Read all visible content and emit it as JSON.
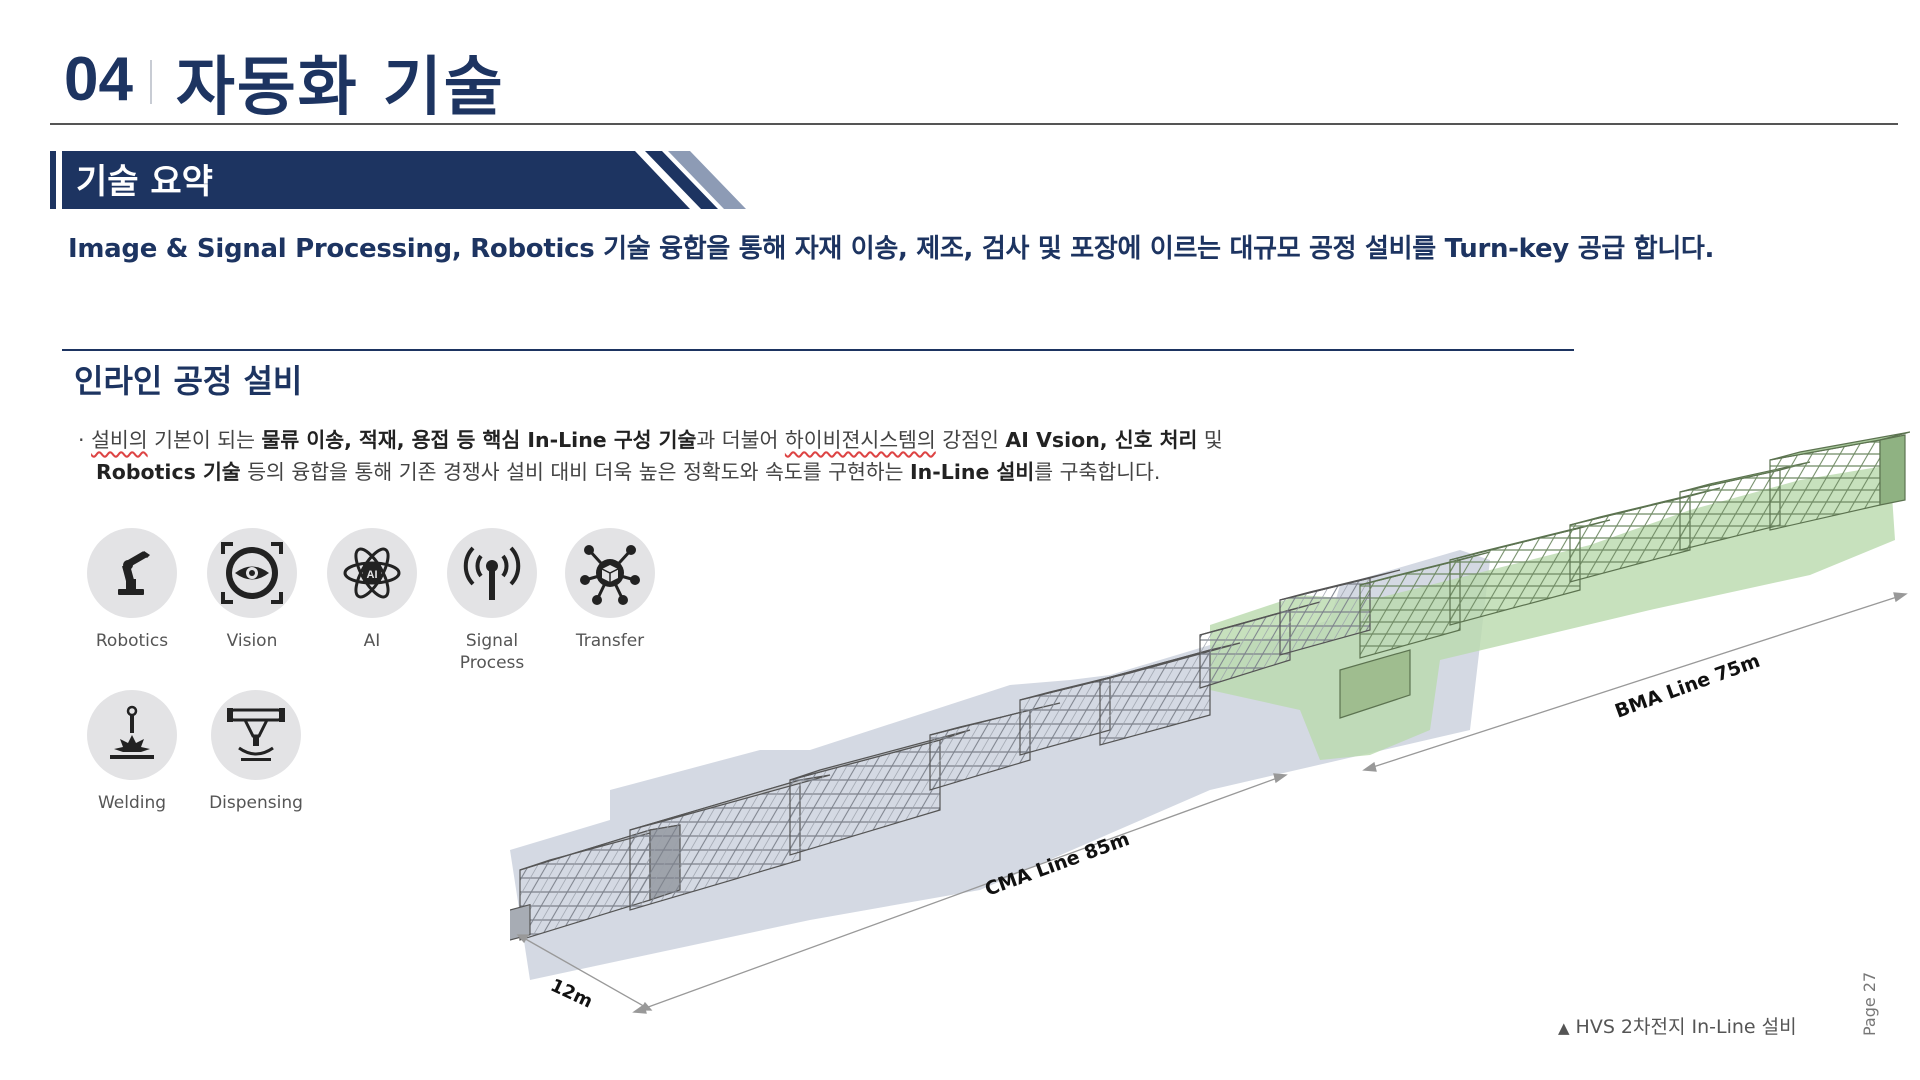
{
  "header": {
    "number": "04",
    "title": "자동화 기술"
  },
  "banner": {
    "title": "기술 요약"
  },
  "summary": "Image & Signal Processing, Robotics 기술 융합을 통해 자재 이송, 제조, 검사 및 포장에 이르는 대규모 공정 설비를 Turn-key 공급 합니다.",
  "section": {
    "title": "인라인 공정 설비",
    "line1": {
      "bullet": "·",
      "p1": "설비의",
      "p2": " 기본이 되는 ",
      "p3": "물류 이송, 적재, 용접 등 핵심 In-Line 구성 기술",
      "p4": "과 더불어 ",
      "p5": "하이비젼시스템의",
      "p6": " 강점인 ",
      "p7": "AI Vsion, 신호 처리",
      "p8": " 및"
    },
    "line2": {
      "p1": "Robotics 기술",
      "p2": " 등의 융합을 통해 기존 경쟁사 설비 대비 더욱 높은 정확도와 속도를 구현하는 ",
      "p3": "In-Line 설비",
      "p4": "를 구축합니다."
    }
  },
  "features": [
    {
      "label": "Robotics",
      "icon": "robot-arm-icon"
    },
    {
      "label": "Vision",
      "icon": "eye-scan-icon"
    },
    {
      "label": "AI",
      "icon": "ai-atom-icon"
    },
    {
      "label": "Signal\nProcess",
      "icon": "signal-antenna-icon"
    },
    {
      "label": "Transfer",
      "icon": "network-cube-icon"
    },
    {
      "label": "Welding",
      "icon": "welding-icon"
    },
    {
      "label": "Dispensing",
      "icon": "dispensing-icon"
    }
  ],
  "diagram": {
    "cma_label": "CMA Line 85m",
    "bma_label": "BMA Line 75m",
    "width_label": "12m",
    "caption_marker": "▲",
    "caption": "HVS 2차전지 In-Line 설비"
  },
  "page": "Page 27",
  "colors": {
    "navy": "#1d3461",
    "bma_highlight": "#b9d9ac",
    "cma_highlight": "#c9cfdc"
  }
}
